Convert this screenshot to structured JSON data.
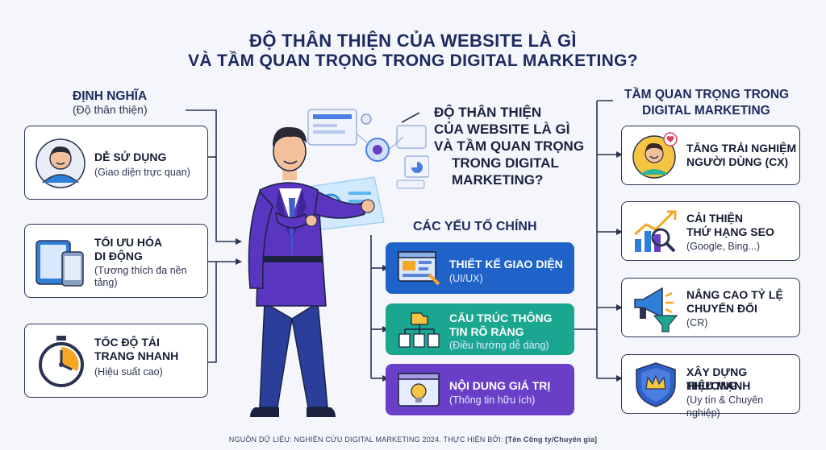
{
  "title": {
    "line1": "ĐỘ THÂN THIỆN CỦA WEBSITE LÀ GÌ",
    "line2": "VÀ TẦM QUAN TRỌNG TRONG DIGITAL MARKETING?"
  },
  "definition": {
    "heading": "ĐỊNH NGHĨA",
    "sub": "(Độ thân thiện)",
    "cards": [
      {
        "title": "DỄ SỬ DỤNG",
        "sub": "(Giao diện trực quan)",
        "icon": "user-avatar-icon"
      },
      {
        "title_l1": "TỐI ƯU HÓA",
        "title_l2": "DI ĐỘNG",
        "sub_l1": "(Tương thích đa nền",
        "sub_l2": "tảng)",
        "icon": "tablet-phone-icon"
      },
      {
        "title_l1": "TỐC ĐỘ TẢI",
        "title_l2": "TRANG NHANH",
        "sub": "(Hiệu suất cao)",
        "icon": "stopwatch-icon"
      }
    ]
  },
  "center": {
    "question_l1": "ĐỘ THÂN THIỆN",
    "question_l2": "CỦA WEBSITE LÀ GÌ",
    "question_l3": "VÀ TẦM QUAN TRỌNG",
    "question_l4": "TRONG DIGITAL",
    "question_l5": "MARKETING?",
    "factors_heading": "CÁC YẾU TỐ CHÍNH",
    "factors": [
      {
        "title": "THIẾT KẾ GIAO DIỆN",
        "sub": "(UI/UX)",
        "color": "#1f63c9",
        "icon": "layout-design-icon"
      },
      {
        "title_l1": "CẤU TRÚC THÔNG",
        "title_l2": "TIN RÕ RÀNG",
        "sub": "(Điều hướng dễ dàng)",
        "color": "#1aa68f",
        "icon": "sitemap-icon"
      },
      {
        "title": "NỘI DUNG GIÁ TRỊ",
        "sub": "(Thông tin hữu ích)",
        "color": "#6a3fc8",
        "icon": "lightbulb-icon"
      }
    ]
  },
  "importance": {
    "heading_l1": "TẦM QUAN TRỌNG TRONG",
    "heading_l2": "DIGITAL MARKETING",
    "cards": [
      {
        "title_l1": "TĂNG TRẢI NGHIỆM",
        "title_l2": "NGƯỜI DÙNG (CX)",
        "icon": "happy-user-icon"
      },
      {
        "title_l1": "CẢI THIỆN",
        "title_l2": "THỨ HẠNG SEO",
        "sub": "(Google, Bing...)",
        "icon": "seo-chart-icon"
      },
      {
        "title_l1": "NÂNG CAO TỶ LỆ",
        "title_l2": "CHUYỂN ĐỔI",
        "sub": "(CR)",
        "icon": "megaphone-funnel-icon"
      },
      {
        "title_l1": "XÂY DỰNG THƯƠNG",
        "title_l2": "HIỆU MẠNH",
        "sub": "(Uy tín & Chuyên nghiệp)",
        "icon": "shield-crown-icon"
      }
    ]
  },
  "footer": {
    "prefix": "NGUỒN DỮ LIỆU: NGHIÊN CỨU DIGITAL MARKETING 2024. THỰC HIỆN BỞI: ",
    "author": "[Tên Công ty/Chuyên gia]"
  },
  "colors": {
    "navy": "#1c2a5e",
    "blue": "#1f63c9",
    "teal": "#1aa68f",
    "purple": "#6a3fc8",
    "accent_orange": "#f5a623"
  }
}
